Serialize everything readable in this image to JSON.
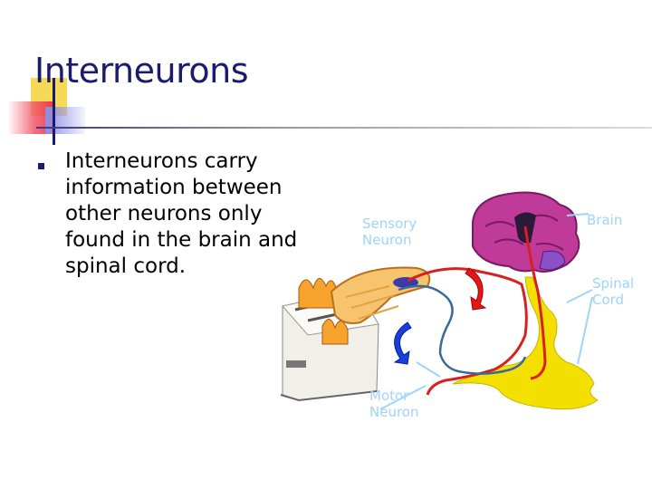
{
  "slide": {
    "title": "Interneurons",
    "bullets": [
      "Interneurons carry information between other neurons only found in the brain and spinal cord."
    ]
  },
  "figure": {
    "labels": {
      "sensory_line1": "Sensory",
      "sensory_line2": "Neuron",
      "brain": "Brain",
      "spinal_line1": "Spinal",
      "spinal_line2": "Cord",
      "motor_line1": "Motor",
      "motor_line2": "Neuron"
    }
  },
  "colors": {
    "title": "#1c1c6e",
    "label": "#9fd4ff",
    "brain": "#c03a9a",
    "spinal_cord": "#f4e000",
    "sensory_path": "#d82020",
    "motor_path": "#3a6a9a",
    "arrow_red": "#e01818",
    "arrow_blue": "#1840d8"
  }
}
